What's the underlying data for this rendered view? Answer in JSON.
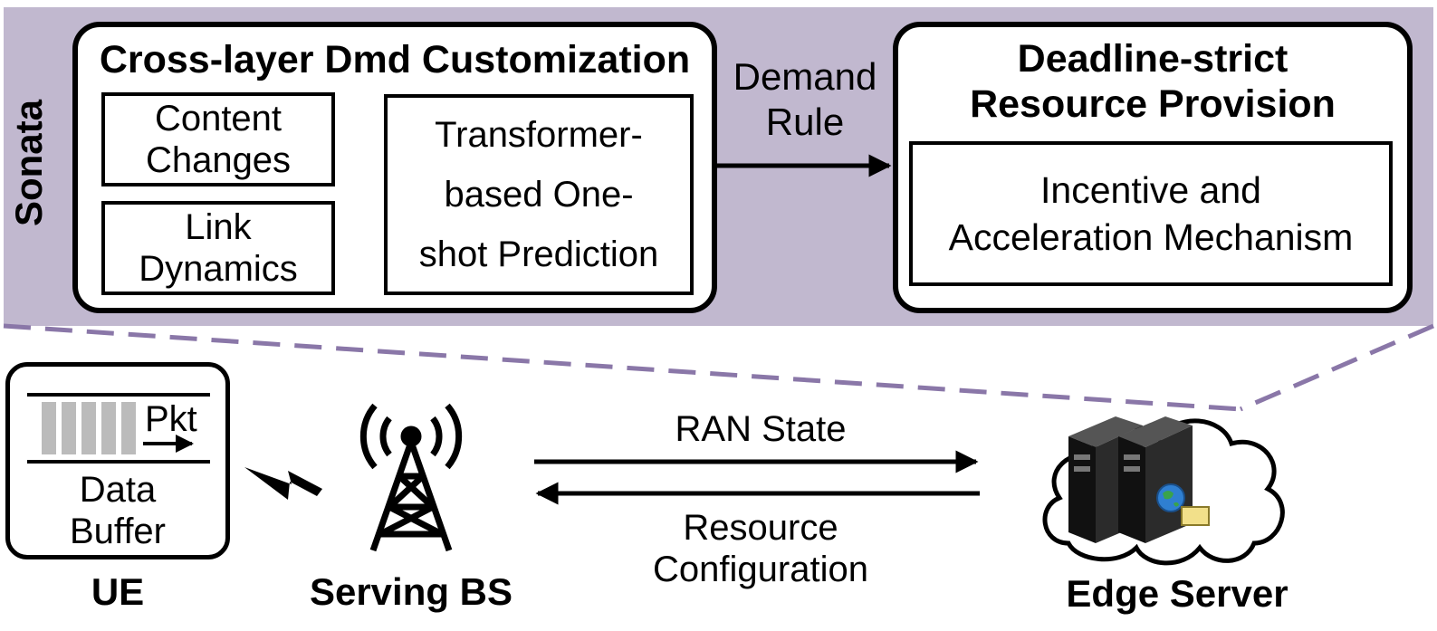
{
  "colors": {
    "band": "#c1b8cf",
    "dash": "#8a77a8",
    "packet": "#bbbbbb",
    "server_dark": "#1f1f1f"
  },
  "sonata": {
    "label": "Sonata"
  },
  "cross_layer": {
    "title": "Cross-layer Dmd Customization",
    "content_changes": [
      "Content",
      "Changes"
    ],
    "link_dynamics": [
      "Link",
      "Dynamics"
    ],
    "transformer": [
      "Transformer-",
      "based One-",
      "shot Prediction"
    ]
  },
  "demand_rule": [
    "Demand",
    "Rule"
  ],
  "deadline": {
    "title": [
      "Deadline-strict",
      "Resource Provision"
    ],
    "incentive": [
      "Incentive and",
      "Acceleration Mechanism"
    ]
  },
  "ue": {
    "packet_label": "Pkt",
    "buffer": [
      "Data",
      "Buffer"
    ],
    "label": "UE"
  },
  "bs": {
    "label": "Serving BS"
  },
  "links": {
    "ran_state": "RAN State",
    "resource_config": [
      "Resource",
      "Configuration"
    ]
  },
  "edge": {
    "label": "Edge Server"
  },
  "icons": {
    "lightning": "lightning-bolt-icon",
    "tower": "cell-tower-icon",
    "cloud": "cloud-icon",
    "server": "server-icon",
    "globe": "globe-icon"
  }
}
